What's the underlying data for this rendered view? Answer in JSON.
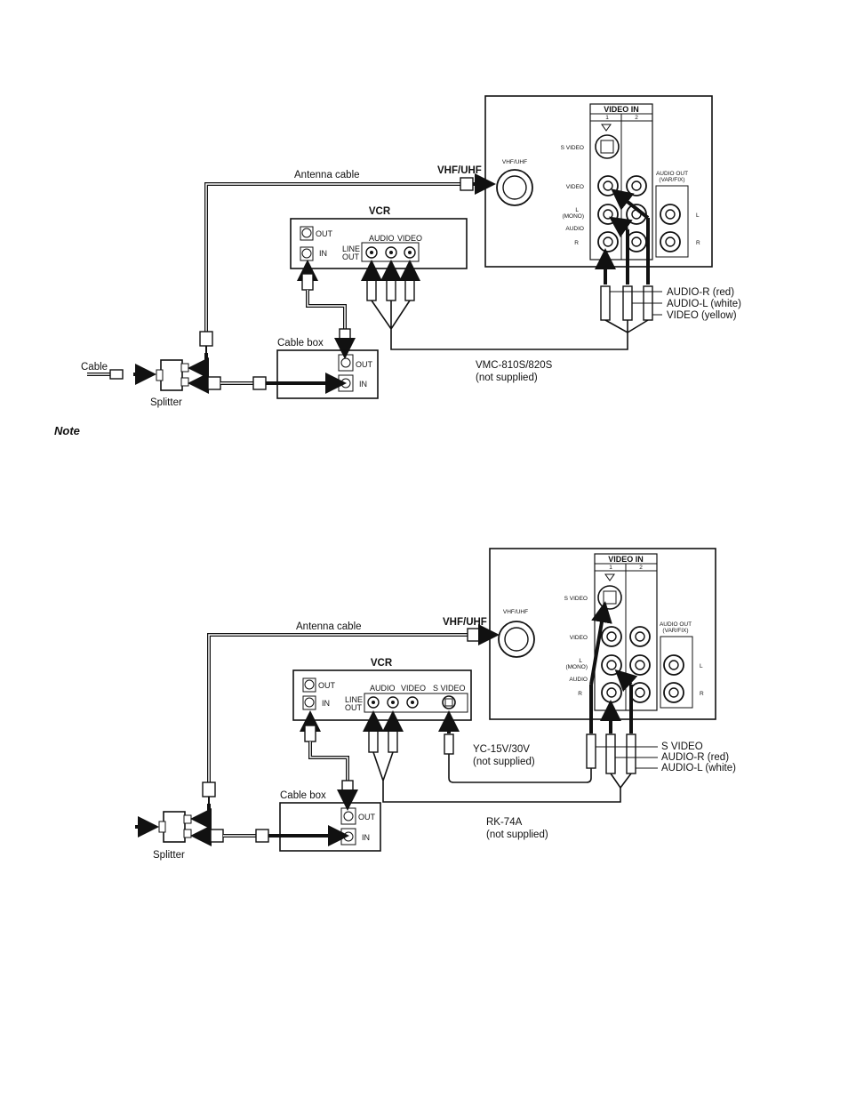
{
  "note_heading": "Note",
  "diagram1": {
    "tv": {
      "video_in": "VIDEO IN",
      "input1": "1",
      "input2": "2",
      "s_video": "S VIDEO",
      "video": "VIDEO",
      "l_mono_l": "L",
      "l_mono_mono": "(MONO)",
      "audio": "AUDIO",
      "r": "R",
      "vhf_uhf_panel": "VHF/UHF",
      "audio_out": "AUDIO OUT",
      "var_fix": "(VAR/FIX)",
      "out_l": "L",
      "out_r": "R"
    },
    "vhf_uhf": "VHF/UHF",
    "antenna_cable": "Antenna cable",
    "vcr": {
      "title": "VCR",
      "out": "OUT",
      "in": "IN",
      "line": "LINE",
      "line_out": "OUT",
      "audio": "AUDIO",
      "video": "VIDEO"
    },
    "cable_box": {
      "title": "Cable box",
      "out": "OUT",
      "in": "IN"
    },
    "cable": "Cable",
    "splitter": "Splitter",
    "plug_labels": [
      "AUDIO-R (red)",
      "AUDIO-L (white)",
      "VIDEO (yellow)"
    ],
    "cable_model": "VMC-810S/820S",
    "cable_note": "(not supplied)"
  },
  "diagram2": {
    "tv": {
      "video_in": "VIDEO IN",
      "input1": "1",
      "input2": "2",
      "s_video": "S VIDEO",
      "video": "VIDEO",
      "l_mono_l": "L",
      "l_mono_mono": "(MONO)",
      "audio": "AUDIO",
      "r": "R",
      "vhf_uhf_panel": "VHF/UHF",
      "audio_out": "AUDIO OUT",
      "var_fix": "(VAR/FIX)",
      "out_l": "L",
      "out_r": "R"
    },
    "vhf_uhf": "VHF/UHF",
    "antenna_cable": "Antenna cable",
    "vcr": {
      "title": "VCR",
      "out": "OUT",
      "in": "IN",
      "line": "LINE",
      "line_out": "OUT",
      "audio": "AUDIO",
      "video": "VIDEO",
      "s_video": "S VIDEO"
    },
    "cable_box": {
      "title": "Cable box",
      "out": "OUT",
      "in": "IN"
    },
    "splitter": "Splitter",
    "plug_labels": [
      "S VIDEO",
      "AUDIO-R (red)",
      "AUDIO-L (white)"
    ],
    "s_cable_model": "YC-15V/30V",
    "s_cable_note": "(not supplied)",
    "audio_cable_model": "RK-74A",
    "audio_cable_note": "(not supplied)"
  }
}
